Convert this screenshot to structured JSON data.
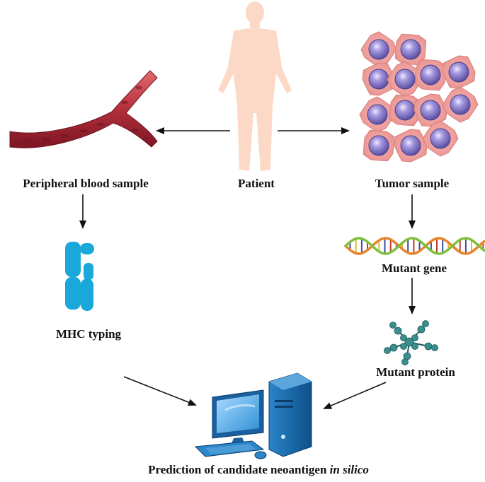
{
  "labels": {
    "patient": "Patient",
    "peripheral_blood": "Peripheral blood sample",
    "tumor": "Tumor sample",
    "mhc": "MHC typing",
    "mutant_gene": "Mutant gene",
    "mutant_protein": "Mutant protein",
    "prediction_main": "Prediction of candidate neoantigen ",
    "prediction_italic": "in silico"
  },
  "icons": {
    "patient": "human-body-icon",
    "blood": "blood-vessel-icon",
    "tumor": "tumor-cells-icon",
    "mhc": "mhc-molecule-icon",
    "gene": "dna-helix-icon",
    "protein": "protein-molecule-icon",
    "computer": "computer-icon"
  },
  "colors": {
    "body": "#fcd9c6",
    "vessel": "#b8323e",
    "cell_body": "#f1a5a2",
    "nucleus": "#8f82c9",
    "mhc": "#1aa7d9",
    "protein": "#3a8e8e",
    "computer": "#1f6fb5"
  }
}
